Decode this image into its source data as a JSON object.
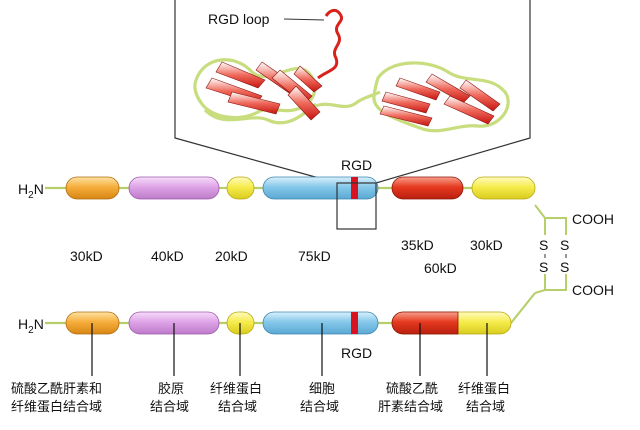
{
  "structure": {
    "loop_label": "RGD loop",
    "rgd_label_top": "RGD",
    "rgd_label_bottom": "RGD",
    "n_terminus_top": {
      "main": "H",
      "sub": "2",
      "tail": "N"
    },
    "n_terminus_bottom": {
      "main": "H",
      "sub": "2",
      "tail": "N"
    },
    "c_terminus_top": "COOH",
    "c_terminus_bottom": "COOH",
    "disulfide": [
      "S",
      "S",
      "S",
      "S"
    ]
  },
  "domains": [
    {
      "id": "d30",
      "size": "30kD",
      "color": "#f4a531",
      "desc": [
        "硫酸乙酰肝素和",
        "纤维蛋白结合域"
      ]
    },
    {
      "id": "d40",
      "size": "40kD",
      "color": "#dc9ee6",
      "desc": [
        "胶原",
        "结合域"
      ]
    },
    {
      "id": "d20",
      "size": "20kD",
      "color": "#f4ea4a",
      "desc": [
        "纤维蛋白",
        "结合域"
      ]
    },
    {
      "id": "d75",
      "size": "75kD",
      "color": "#7cc3e6",
      "desc": [
        "细胞",
        "结合域"
      ]
    },
    {
      "id": "d35",
      "size": "35kD",
      "color": "#e8361e",
      "desc": [
        "硫酸乙酰",
        "肝素结合域"
      ]
    },
    {
      "id": "d30b",
      "size": "30kD",
      "color": "#f4ea4a",
      "desc": [
        "纤维蛋白",
        "结合域"
      ]
    },
    {
      "id": "d60",
      "size": "60kD",
      "color": "#e8361e",
      "desc": []
    }
  ],
  "colors": {
    "linker": "#b7cf6b",
    "rgd_band": "#d8121e",
    "ribbon_red": "#d9221a",
    "ribbon_green": "#c7dd7e"
  }
}
